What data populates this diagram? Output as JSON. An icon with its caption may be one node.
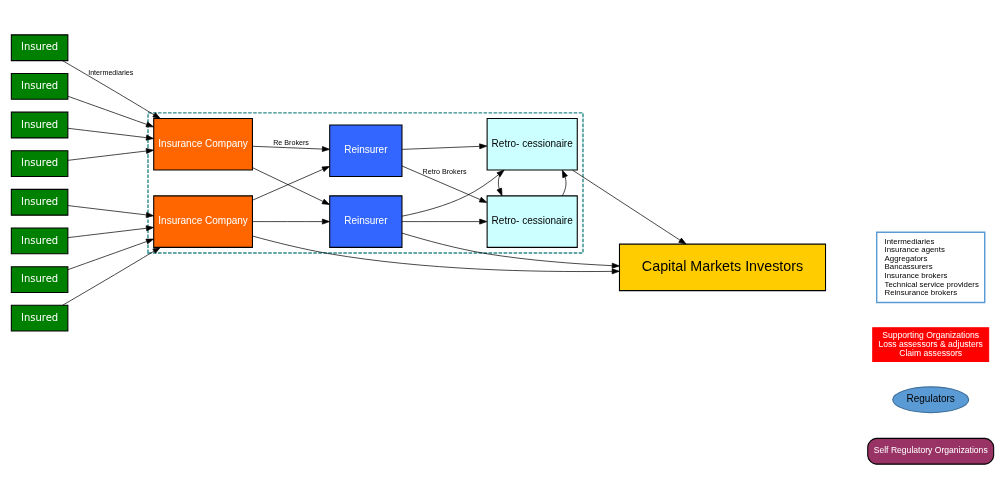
{
  "diagram": {
    "nodes": [
      {
        "text": [],
        "shape": "box"
      },
      {
        "text": [
          "Insured"
        ]
      },
      {
        "text": [
          "Insured"
        ]
      },
      {
        "text": [
          "Insured"
        ]
      },
      {
        "text": [
          "Insured"
        ]
      },
      {
        "text": [
          "Insured"
        ]
      },
      {
        "text": [
          "Insured"
        ]
      },
      {
        "text": [
          "Insured"
        ]
      },
      {
        "text": [
          "Insured"
        ]
      },
      {
        "text": [
          "Insurance Company"
        ],
        "in": 0
      },
      {
        "text": [
          "Reinsurer"
        ],
        "in": 0
      },
      {
        "text": [
          "Retro- cessionaire"
        ],
        "in": 0
      },
      {
        "text": [
          "Insurance Company"
        ],
        "in": 0
      },
      {
        "text": [
          "Reinsurer"
        ],
        "in": 0
      },
      {
        "text": [
          "Retro- cessionaire"
        ],
        "in": 0
      },
      {
        "text": [
          "Capital Markets Investors"
        ]
      },
      {
        "text": [
          "Intermediaries",
          "Insurance agents",
          "Aggregators",
          "Bancassurers",
          "Insurance brokers",
          "Technical service providers",
          "Reinsurance brokers"
        ]
      },
      {
        "text": [
          "Supporting Organizations",
          "Loss assessors & adjusters",
          "Claim assessors"
        ]
      },
      {
        "text": [
          "Regulators"
        ]
      },
      {
        "text": [
          "Self Regulatory Organizations"
        ]
      }
    ],
    "edges": [
      {
        "from": 1,
        "to": 9,
        "arrow": "to",
        "label": "Intermediaries"
      },
      {
        "from": 2,
        "to": 9,
        "arrow": "to"
      },
      {
        "from": 3,
        "to": 9,
        "arrow": "to"
      },
      {
        "from": 4,
        "to": 9,
        "arrow": "to"
      },
      {
        "from": 5,
        "to": 12,
        "arrow": "to"
      },
      {
        "from": 6,
        "to": 12,
        "arrow": "to"
      },
      {
        "from": 7,
        "to": 12,
        "arrow": "to"
      },
      {
        "from": 8,
        "to": 12,
        "arrow": "to"
      },
      {
        "from": 9,
        "to": 10,
        "arrow": "to",
        "label": "Re Brokers"
      },
      {
        "from": 9,
        "to": 13,
        "arrow": "to"
      },
      {
        "from": 12,
        "to": 10,
        "arrow": "to"
      },
      {
        "from": 12,
        "to": 13,
        "arrow": "to"
      },
      {
        "from": 10,
        "to": 11,
        "arrow": "to",
        "label": "Retro Brokers"
      },
      {
        "from": 10,
        "to": 14,
        "arrow": "to"
      },
      {
        "from": 13,
        "to": 11,
        "arrow": "to"
      },
      {
        "from": 13,
        "to": 14,
        "arrow": "to"
      },
      {
        "from": 11,
        "to": 14,
        "arrow": "to"
      },
      {
        "from": 14,
        "to": 11,
        "arrow": "to"
      },
      {
        "from": 12,
        "to": 15,
        "arrow": "to"
      },
      {
        "from": 13,
        "to": 15,
        "arrow": "to"
      },
      {
        "from": 14,
        "to": 15,
        "arrow": "to"
      }
    ]
  }
}
